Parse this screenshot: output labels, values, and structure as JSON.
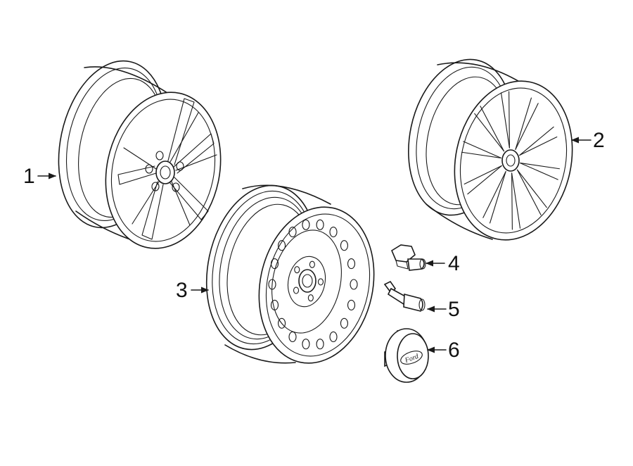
{
  "diagram": {
    "callouts": [
      {
        "id": "1",
        "text": "1"
      },
      {
        "id": "2",
        "text": "2"
      },
      {
        "id": "3",
        "text": "3"
      },
      {
        "id": "4",
        "text": "4"
      },
      {
        "id": "5",
        "text": "5"
      },
      {
        "id": "6",
        "text": "6"
      }
    ],
    "cap_logo_text": "Ford"
  }
}
